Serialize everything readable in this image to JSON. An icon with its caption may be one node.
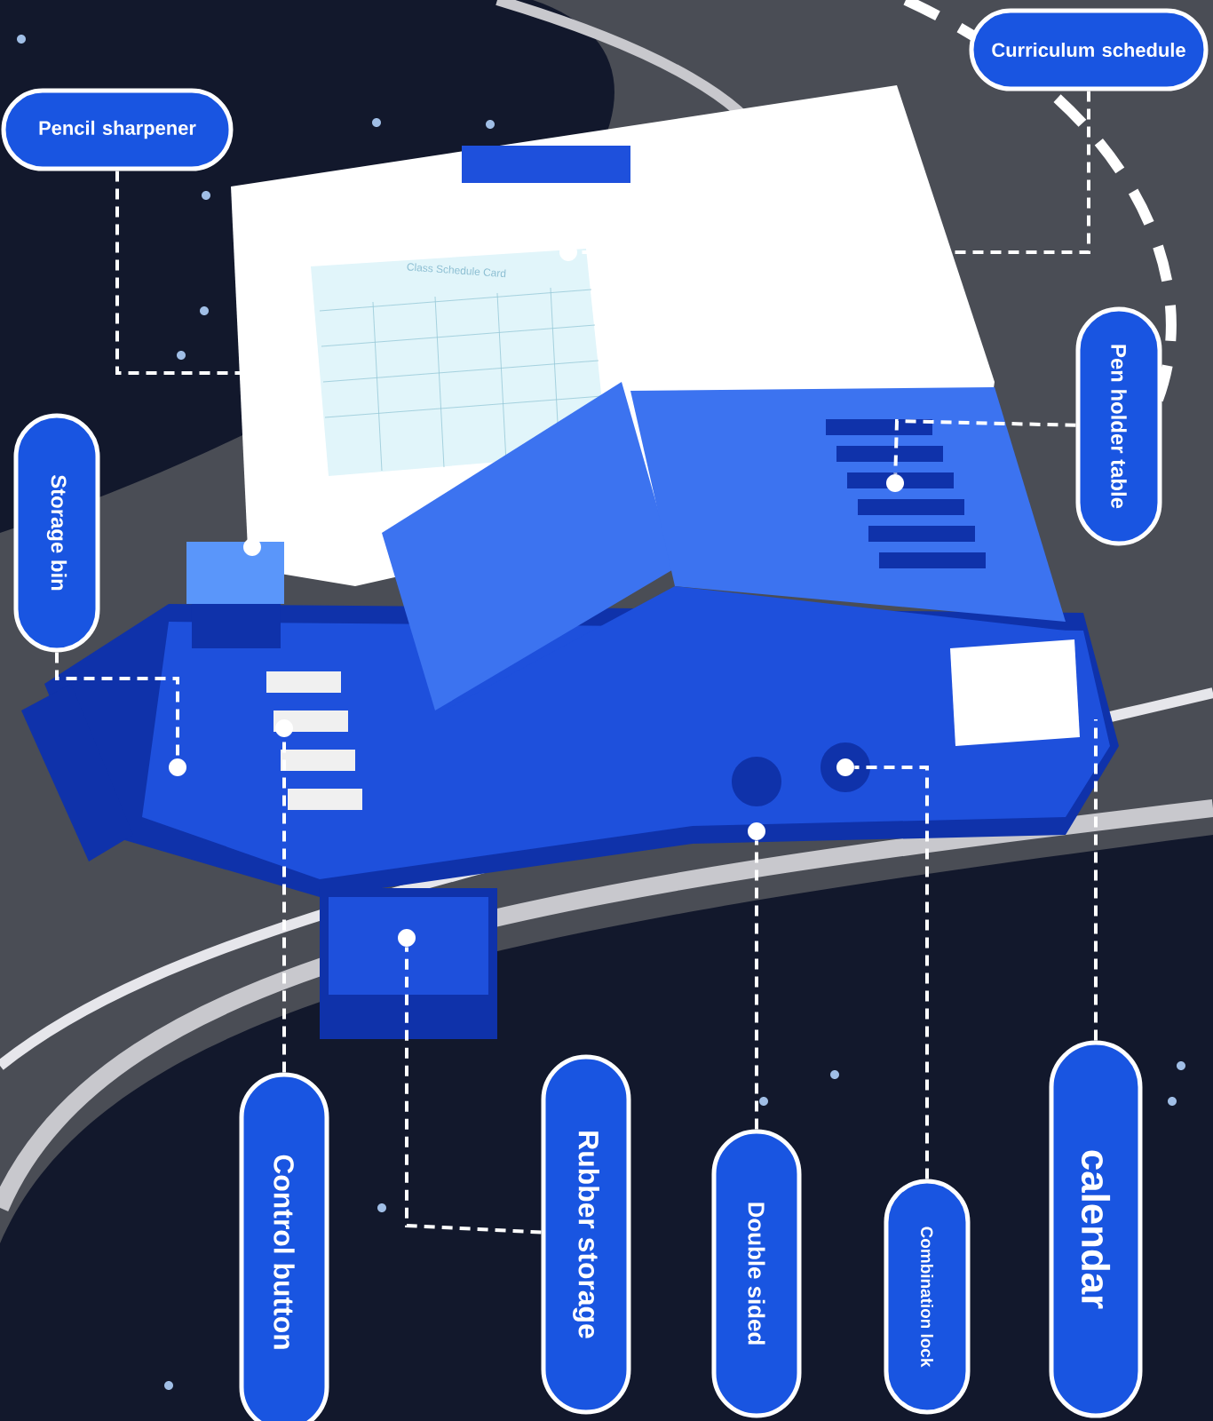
{
  "diagram": {
    "nodes": [
      {
        "text": [
          "Pencil sharpener"
        ]
      },
      {
        "text": [
          "Curriculum schedule"
        ]
      },
      {
        "text": [
          "Storage bin"
        ]
      },
      {
        "text": [
          "Pen holder table"
        ]
      },
      {
        "text": [
          "Control button"
        ]
      },
      {
        "text": [
          "Rubber storage"
        ]
      },
      {
        "text": [
          "Double sided"
        ]
      },
      {
        "text": [
          "Combination lock"
        ]
      },
      {
        "text": [
          "calendar"
        ]
      },
      {
        "text": [],
        "shape": "circle"
      },
      {
        "text": [],
        "shape": "circle"
      },
      {
        "text": [],
        "shape": "circle"
      },
      {
        "text": [],
        "shape": "circle"
      },
      {
        "text": [],
        "shape": "circle"
      },
      {
        "text": [],
        "shape": "circle"
      },
      {
        "text": [],
        "shape": "circle"
      },
      {
        "text": [],
        "shape": "circle"
      }
    ],
    "edges": [
      {
        "from": 0,
        "to": 10,
        "arrow": "none"
      },
      {
        "from": 1,
        "to": 13,
        "arrow": "none"
      },
      {
        "from": 2,
        "to": 9,
        "arrow": "none"
      },
      {
        "from": 3,
        "to": 16,
        "arrow": "none"
      },
      {
        "from": 4,
        "to": 11,
        "arrow": "none"
      },
      {
        "from": 5,
        "to": 12,
        "arrow": "none"
      },
      {
        "from": 6,
        "to": 14,
        "arrow": "none"
      },
      {
        "from": 7,
        "to": 15,
        "arrow": "none"
      },
      {
        "from": 8,
        "to": null,
        "arrow": "none"
      }
    ],
    "labels": [
      "Class Schedule Card"
    ]
  }
}
